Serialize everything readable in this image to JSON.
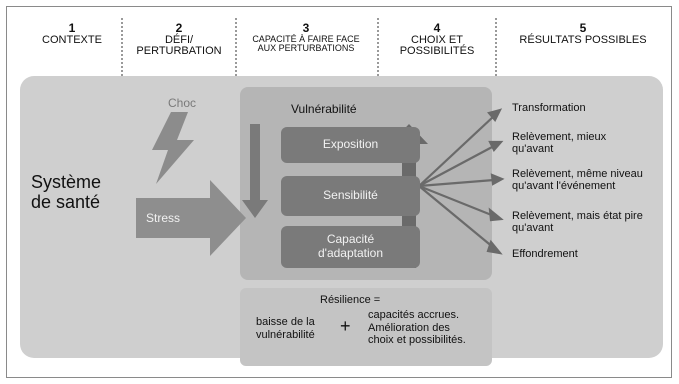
{
  "columns": [
    {
      "number": "1",
      "label": "CONTEXTE"
    },
    {
      "number": "2",
      "label_lines": [
        "DÉFI/",
        "PERTURBATION"
      ]
    },
    {
      "number": "3",
      "label_lines": [
        "CAPACITÉ À FAIRE FACE",
        "AUX PERTURBATIONS"
      ]
    },
    {
      "number": "4",
      "label_lines": [
        "CHOIX ET",
        "POSSIBILITÉS"
      ]
    },
    {
      "number": "5",
      "label": "RÉSULTATS POSSIBLES"
    }
  ],
  "system": {
    "line1": "Système",
    "line2": "de santé"
  },
  "shock_label": "Choc",
  "stress_label": "Stress",
  "vulnerability": {
    "title": "Vulnérabilité",
    "boxes": [
      {
        "label_lines": [
          "Exposition"
        ]
      },
      {
        "label_lines": [
          "Sensibilité"
        ]
      },
      {
        "label_lines": [
          "Capacité",
          "d'adaptation"
        ]
      }
    ]
  },
  "resilience": {
    "title": "Résilience =",
    "left_lines": [
      "baisse de la",
      "vulnérabilité"
    ],
    "plus": "+",
    "right_lines": [
      "capacités accrues.",
      "Amélioration des",
      "choix et possibilités."
    ]
  },
  "outcomes": [
    {
      "lines": [
        "Transformation"
      ]
    },
    {
      "lines": [
        "Relèvement, mieux",
        "qu'avant"
      ]
    },
    {
      "lines": [
        "Relèvement, même niveau",
        "qu'avant l'événement"
      ]
    },
    {
      "lines": [
        "Relèvement, mais état pire",
        "qu'avant"
      ]
    },
    {
      "lines": [
        "Effondrement"
      ]
    }
  ]
}
